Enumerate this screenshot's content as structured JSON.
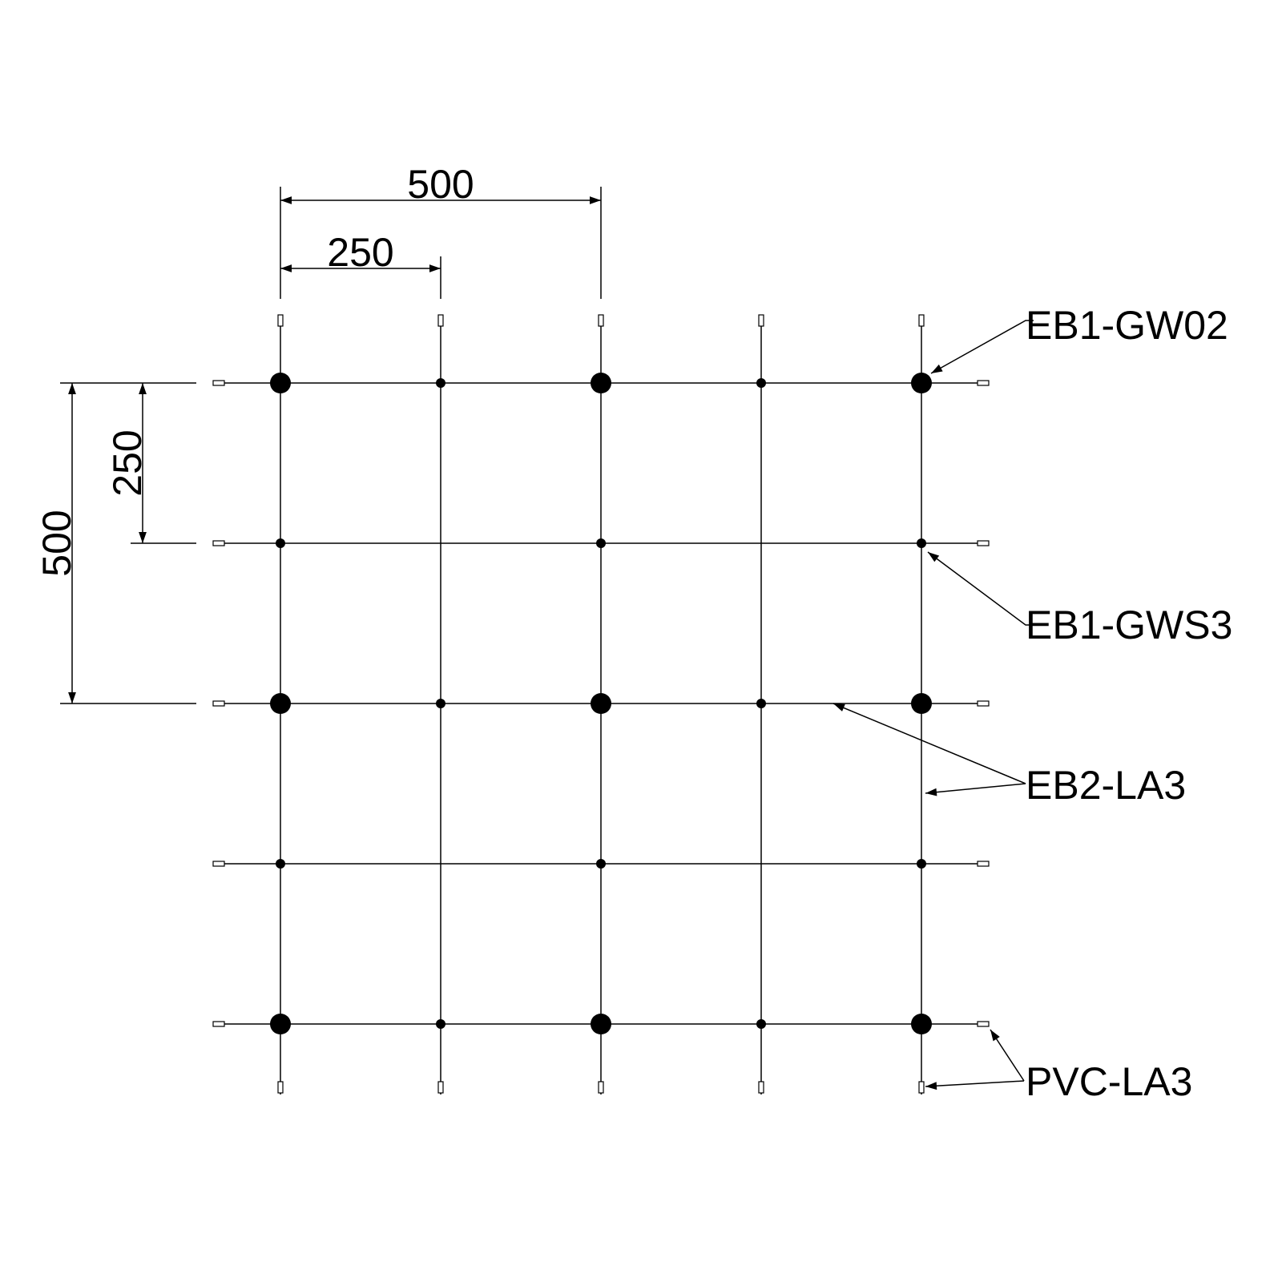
{
  "dimensions": {
    "top_outer": "500",
    "top_inner": "250",
    "left_outer": "500",
    "left_inner": "250"
  },
  "labels": {
    "gw02": "EB1-GW02",
    "gws3": "EB1-GWS3",
    "la3": "EB2-LA3",
    "pvc": "PVC-LA3"
  },
  "colors": {
    "line": "#000000",
    "background": "#ffffff"
  }
}
